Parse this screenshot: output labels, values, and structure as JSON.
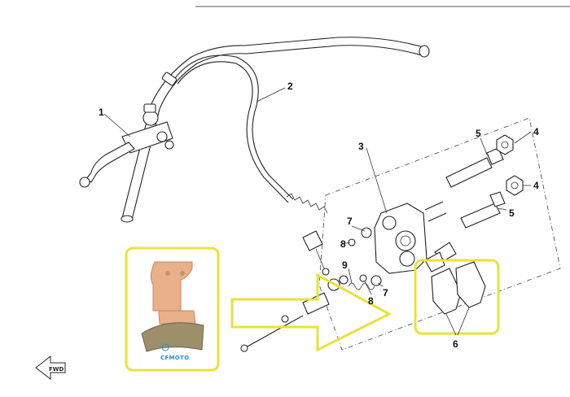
{
  "callouts": [
    {
      "id": "1",
      "label": "1"
    },
    {
      "id": "2",
      "label": "2"
    },
    {
      "id": "3",
      "label": "3"
    },
    {
      "id": "4a",
      "label": "4"
    },
    {
      "id": "4b",
      "label": "4"
    },
    {
      "id": "5a",
      "label": "5"
    },
    {
      "id": "5b",
      "label": "5"
    },
    {
      "id": "6",
      "label": "6"
    },
    {
      "id": "7a",
      "label": "7"
    },
    {
      "id": "7b",
      "label": "7"
    },
    {
      "id": "8a",
      "label": "8"
    },
    {
      "id": "8b",
      "label": "8"
    },
    {
      "id": "9",
      "label": "9"
    }
  ],
  "inset": {
    "brand_label": "CFMOTO",
    "pad_color": "#e9b08a",
    "lining_color": "#9c8f6a"
  },
  "direction_badge": {
    "label": "FWD"
  },
  "highlight_color": "#e8e23a"
}
